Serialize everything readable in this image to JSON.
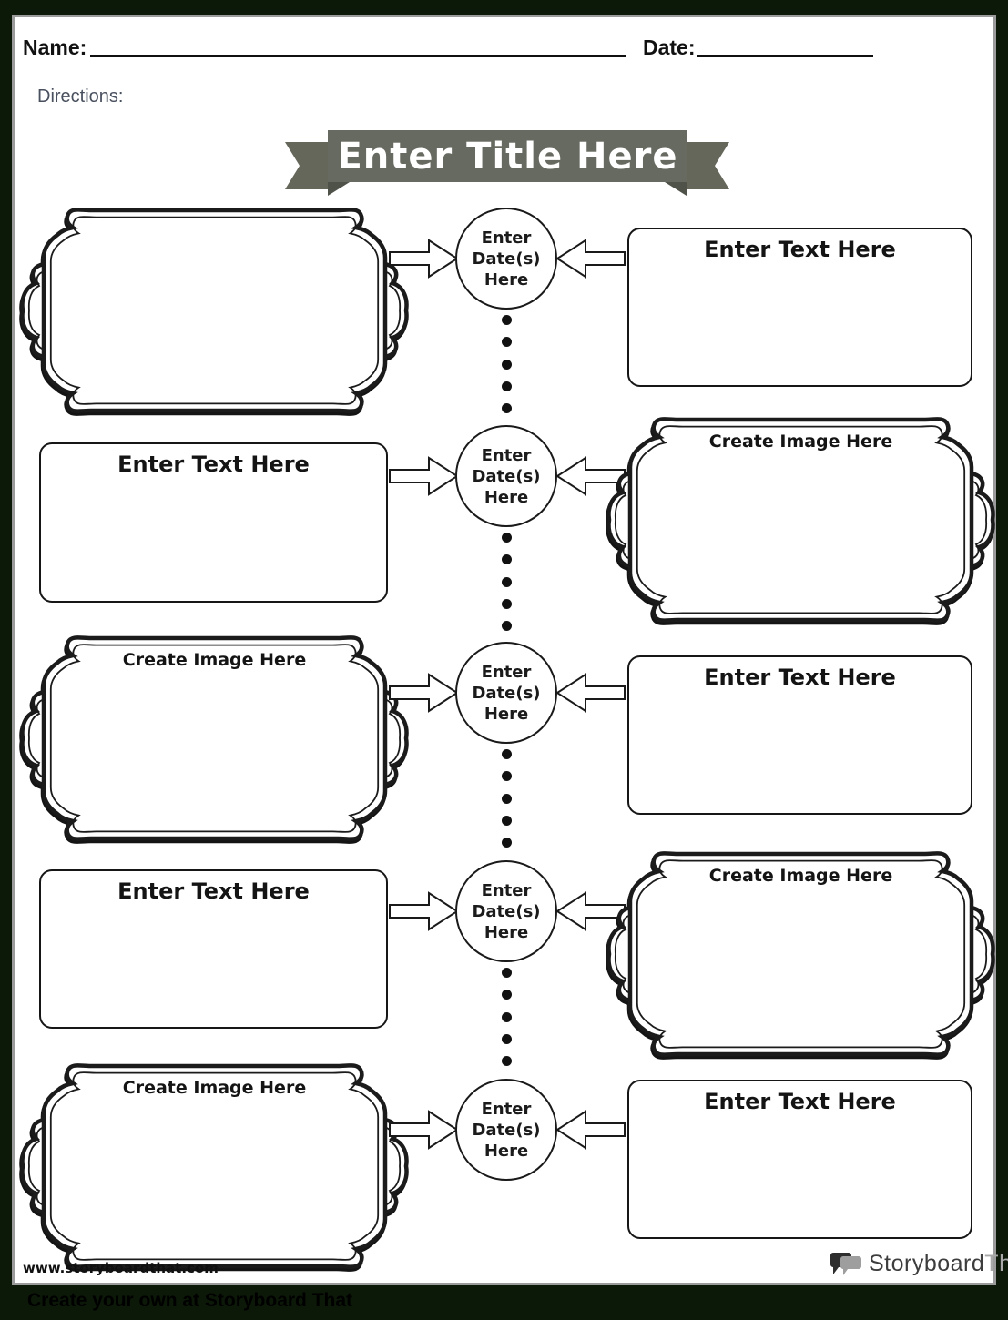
{
  "header": {
    "name_label": "Name:",
    "date_label": "Date:",
    "directions_label": "Directions:"
  },
  "banner": {
    "title": "Enter Title Here"
  },
  "timeline": {
    "circle_lines": [
      "Enter",
      "Date(s)",
      "Here"
    ],
    "rows": [
      {
        "left": {
          "type": "image-frame",
          "label": ""
        },
        "right": {
          "type": "text-box",
          "label": "Enter Text Here"
        }
      },
      {
        "left": {
          "type": "text-box",
          "label": "Enter Text Here"
        },
        "right": {
          "type": "image-frame",
          "label": "Create Image Here"
        }
      },
      {
        "left": {
          "type": "image-frame",
          "label": "Create Image Here"
        },
        "right": {
          "type": "text-box",
          "label": "Enter Text Here"
        }
      },
      {
        "left": {
          "type": "text-box",
          "label": "Enter Text Here"
        },
        "right": {
          "type": "image-frame",
          "label": "Create Image Here"
        }
      },
      {
        "left": {
          "type": "image-frame",
          "label": "Create Image Here"
        },
        "right": {
          "type": "text-box",
          "label": "Enter Text Here"
        }
      }
    ]
  },
  "footer": {
    "url": "www.storyboardthat.com",
    "logo_storyboard": "Storyboard",
    "logo_that": "That",
    "tagline": "Create your own at Storyboard That"
  },
  "colors": {
    "outer_background": "#0c1808",
    "banner_gray": "#676a60",
    "banner_fold": "#4f5249",
    "page_border_gray": "#9b9b9b",
    "ink_black": "#141414",
    "directions_gray": "#49505e",
    "logo_dark": "#3d3d3d",
    "logo_light": "#a8a8a8"
  }
}
